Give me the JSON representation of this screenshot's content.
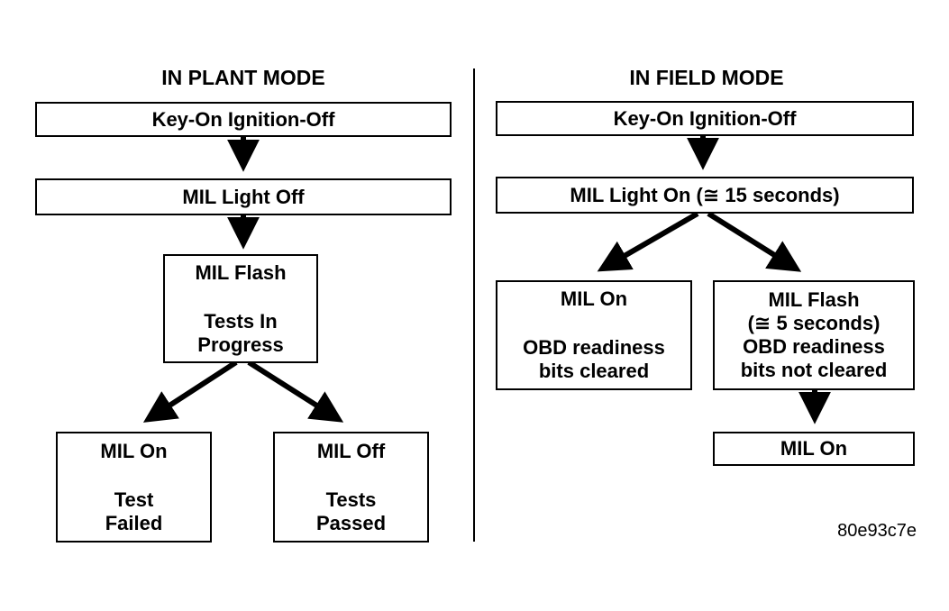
{
  "plant": {
    "heading": "IN PLANT MODE",
    "key_on": "Key-On Ignition-Off",
    "mil_light_off": "MIL Light Off",
    "flash": {
      "line1": "MIL Flash",
      "line2": "Tests In",
      "line3": "Progress"
    },
    "failed": {
      "line1": "MIL On",
      "line2": "Test",
      "line3": "Failed"
    },
    "passed": {
      "line1": "MIL Off",
      "line2": "Tests",
      "line3": "Passed"
    }
  },
  "field": {
    "heading": "IN FIELD MODE",
    "key_on": "Key-On Ignition-Off",
    "mil_light_on": "MIL Light On (≅ 15 seconds)",
    "cleared": {
      "line1": "MIL On",
      "line2": "OBD readiness",
      "line3": "bits cleared"
    },
    "not_cleared": {
      "line1": "MIL Flash",
      "line2": "(≅ 5 seconds)",
      "line3": "OBD readiness",
      "line4": "bits not cleared"
    },
    "final": "MIL On"
  },
  "figure_code": "80e93c7e"
}
